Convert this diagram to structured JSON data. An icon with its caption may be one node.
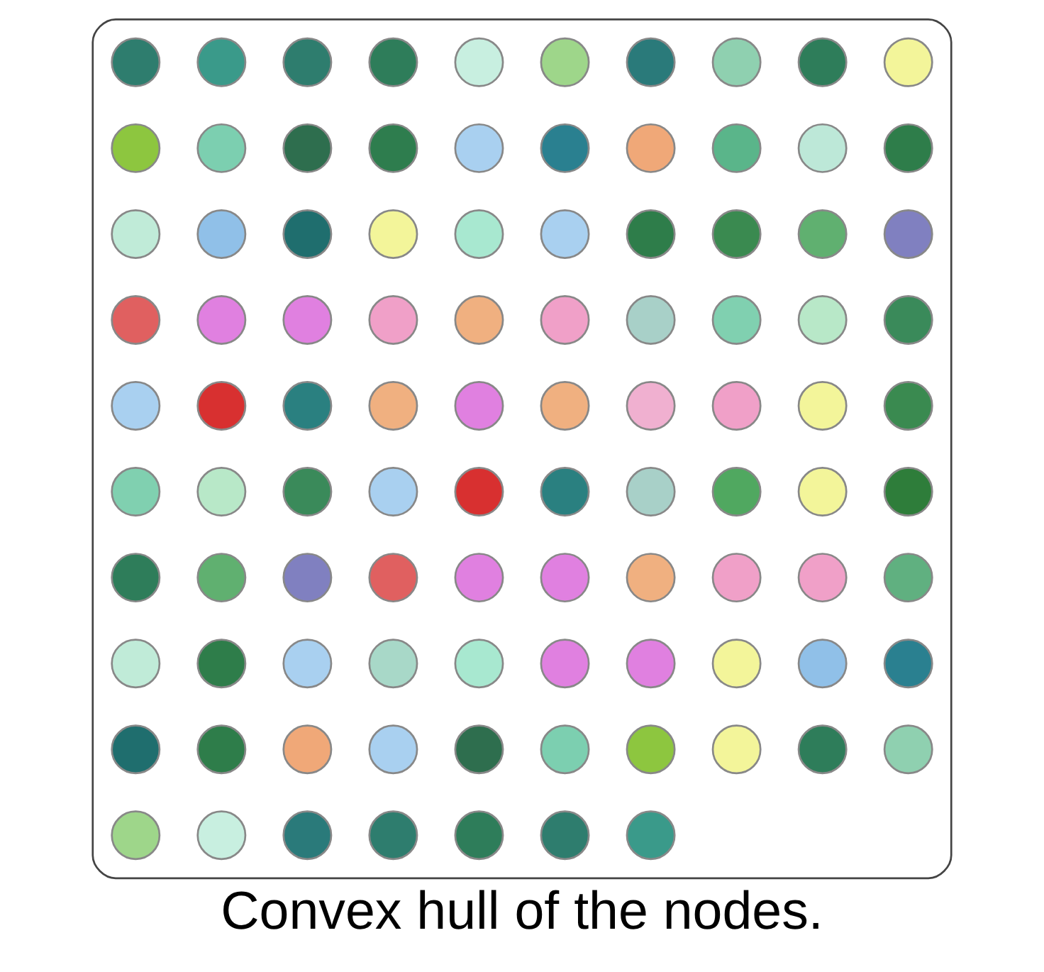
{
  "diagram": {
    "caption": "Convex hull of the nodes.",
    "nodes": [
      {
        "text": [],
        "shape": "cloud"
      },
      {
        "text": [],
        "shape": "circle",
        "in": 0
      },
      {
        "text": [],
        "shape": "circle",
        "in": 0
      },
      {
        "text": [],
        "shape": "circle",
        "in": 0
      },
      {
        "text": [],
        "shape": "circle",
        "in": 0
      },
      {
        "text": [],
        "shape": "circle",
        "in": 0
      },
      {
        "text": [],
        "shape": "circle",
        "in": 0
      },
      {
        "text": [],
        "shape": "circle",
        "in": 0
      },
      {
        "text": [],
        "shape": "circle",
        "in": 0
      },
      {
        "text": [],
        "shape": "circle",
        "in": 0
      },
      {
        "text": [],
        "shape": "circle",
        "in": 0
      },
      {
        "text": [],
        "shape": "circle",
        "in": 0
      },
      {
        "text": [],
        "shape": "circle",
        "in": 0
      },
      {
        "text": [],
        "shape": "circle",
        "in": 0
      },
      {
        "text": [],
        "shape": "circle",
        "in": 0
      },
      {
        "text": [],
        "shape": "circle",
        "in": 0
      },
      {
        "text": [],
        "shape": "circle",
        "in": 0
      },
      {
        "text": [],
        "shape": "circle",
        "in": 0
      },
      {
        "text": [],
        "shape": "circle",
        "in": 0
      },
      {
        "text": [],
        "shape": "circle",
        "in": 0
      },
      {
        "text": [],
        "shape": "circle",
        "in": 0
      },
      {
        "text": [],
        "shape": "circle",
        "in": 0
      },
      {
        "text": [],
        "shape": "circle",
        "in": 0
      },
      {
        "text": [],
        "shape": "circle",
        "in": 0
      },
      {
        "text": [],
        "shape": "circle",
        "in": 0
      },
      {
        "text": [],
        "shape": "circle",
        "in": 0
      },
      {
        "text": [],
        "shape": "circle",
        "in": 0
      },
      {
        "text": [],
        "shape": "circle",
        "in": 0
      },
      {
        "text": [],
        "shape": "circle",
        "in": 0
      },
      {
        "text": [],
        "shape": "circle",
        "in": 0
      },
      {
        "text": [],
        "shape": "circle",
        "in": 0
      },
      {
        "text": [],
        "shape": "circle",
        "in": 0
      },
      {
        "text": [],
        "shape": "circle",
        "in": 0
      },
      {
        "text": [],
        "shape": "circle",
        "in": 0
      },
      {
        "text": [],
        "shape": "circle",
        "in": 0
      },
      {
        "text": [],
        "shape": "circle",
        "in": 0
      },
      {
        "text": [],
        "shape": "circle",
        "in": 0
      },
      {
        "text": [],
        "shape": "circle",
        "in": 0
      },
      {
        "text": [],
        "shape": "circle",
        "in": 0
      },
      {
        "text": [],
        "shape": "circle",
        "in": 0
      },
      {
        "text": [],
        "shape": "circle",
        "in": 0
      },
      {
        "text": [],
        "shape": "circle",
        "in": 0
      },
      {
        "text": [],
        "shape": "circle",
        "in": 0
      },
      {
        "text": [],
        "shape": "circle",
        "in": 0
      },
      {
        "text": [],
        "shape": "circle",
        "in": 0
      },
      {
        "text": [],
        "shape": "circle",
        "in": 0
      },
      {
        "text": [],
        "shape": "circle",
        "in": 0
      },
      {
        "text": [],
        "shape": "circle",
        "in": 0
      },
      {
        "text": [],
        "shape": "circle",
        "in": 0
      },
      {
        "text": [],
        "shape": "circle",
        "in": 0
      },
      {
        "text": [],
        "shape": "circle",
        "in": 0
      },
      {
        "text": [],
        "shape": "circle",
        "in": 0
      },
      {
        "text": [],
        "shape": "circle",
        "in": 0
      },
      {
        "text": [],
        "shape": "circle",
        "in": 0
      },
      {
        "text": [],
        "shape": "circle",
        "in": 0
      },
      {
        "text": [],
        "shape": "circle",
        "in": 0
      },
      {
        "text": [],
        "shape": "circle",
        "in": 0
      },
      {
        "text": [],
        "shape": "circle",
        "in": 0
      },
      {
        "text": [],
        "shape": "circle",
        "in": 0
      },
      {
        "text": [],
        "shape": "circle",
        "in": 0
      },
      {
        "text": [],
        "shape": "circle",
        "in": 0
      },
      {
        "text": [],
        "shape": "circle",
        "in": 0
      },
      {
        "text": [],
        "shape": "circle",
        "in": 0
      },
      {
        "text": [],
        "shape": "circle",
        "in": 0
      },
      {
        "text": [],
        "shape": "circle",
        "in": 0
      },
      {
        "text": [],
        "shape": "circle",
        "in": 0
      },
      {
        "text": [],
        "shape": "circle",
        "in": 0
      },
      {
        "text": [],
        "shape": "circle",
        "in": 0
      },
      {
        "text": [],
        "shape": "circle",
        "in": 0
      },
      {
        "text": [],
        "shape": "circle",
        "in": 0
      },
      {
        "text": [],
        "shape": "circle",
        "in": 0
      },
      {
        "text": [],
        "shape": "circle",
        "in": 0
      },
      {
        "text": [],
        "shape": "circle",
        "in": 0
      },
      {
        "text": [],
        "shape": "circle",
        "in": 0
      },
      {
        "text": [],
        "shape": "circle",
        "in": 0
      },
      {
        "text": [],
        "shape": "circle",
        "in": 0
      },
      {
        "text": [],
        "shape": "circle",
        "in": 0
      },
      {
        "text": [],
        "shape": "circle",
        "in": 0
      },
      {
        "text": [],
        "shape": "circle",
        "in": 0
      },
      {
        "text": [],
        "shape": "circle",
        "in": 0
      },
      {
        "text": [],
        "shape": "circle",
        "in": 0
      },
      {
        "text": [],
        "shape": "circle",
        "in": 0
      },
      {
        "text": [],
        "shape": "circle",
        "in": 0
      },
      {
        "text": [],
        "shape": "circle",
        "in": 0
      },
      {
        "text": [],
        "shape": "circle",
        "in": 0
      },
      {
        "text": [],
        "shape": "circle",
        "in": 0
      },
      {
        "text": [],
        "shape": "circle",
        "in": 0
      },
      {
        "text": [],
        "shape": "circle",
        "in": 0
      },
      {
        "text": [],
        "shape": "circle",
        "in": 0
      },
      {
        "text": [],
        "shape": "circle",
        "in": 0
      },
      {
        "text": [],
        "shape": "circle",
        "in": 0
      },
      {
        "text": [],
        "shape": "circle",
        "in": 0
      },
      {
        "text": [],
        "shape": "circle",
        "in": 0
      },
      {
        "text": [],
        "shape": "circle",
        "in": 0
      },
      {
        "text": [],
        "shape": "circle",
        "in": 0
      },
      {
        "text": [],
        "shape": "circle",
        "in": 0
      },
      {
        "text": [],
        "shape": "circle",
        "in": 0
      },
      {
        "text": [],
        "shape": "circle",
        "in": 0
      }
    ],
    "edges": []
  }
}
